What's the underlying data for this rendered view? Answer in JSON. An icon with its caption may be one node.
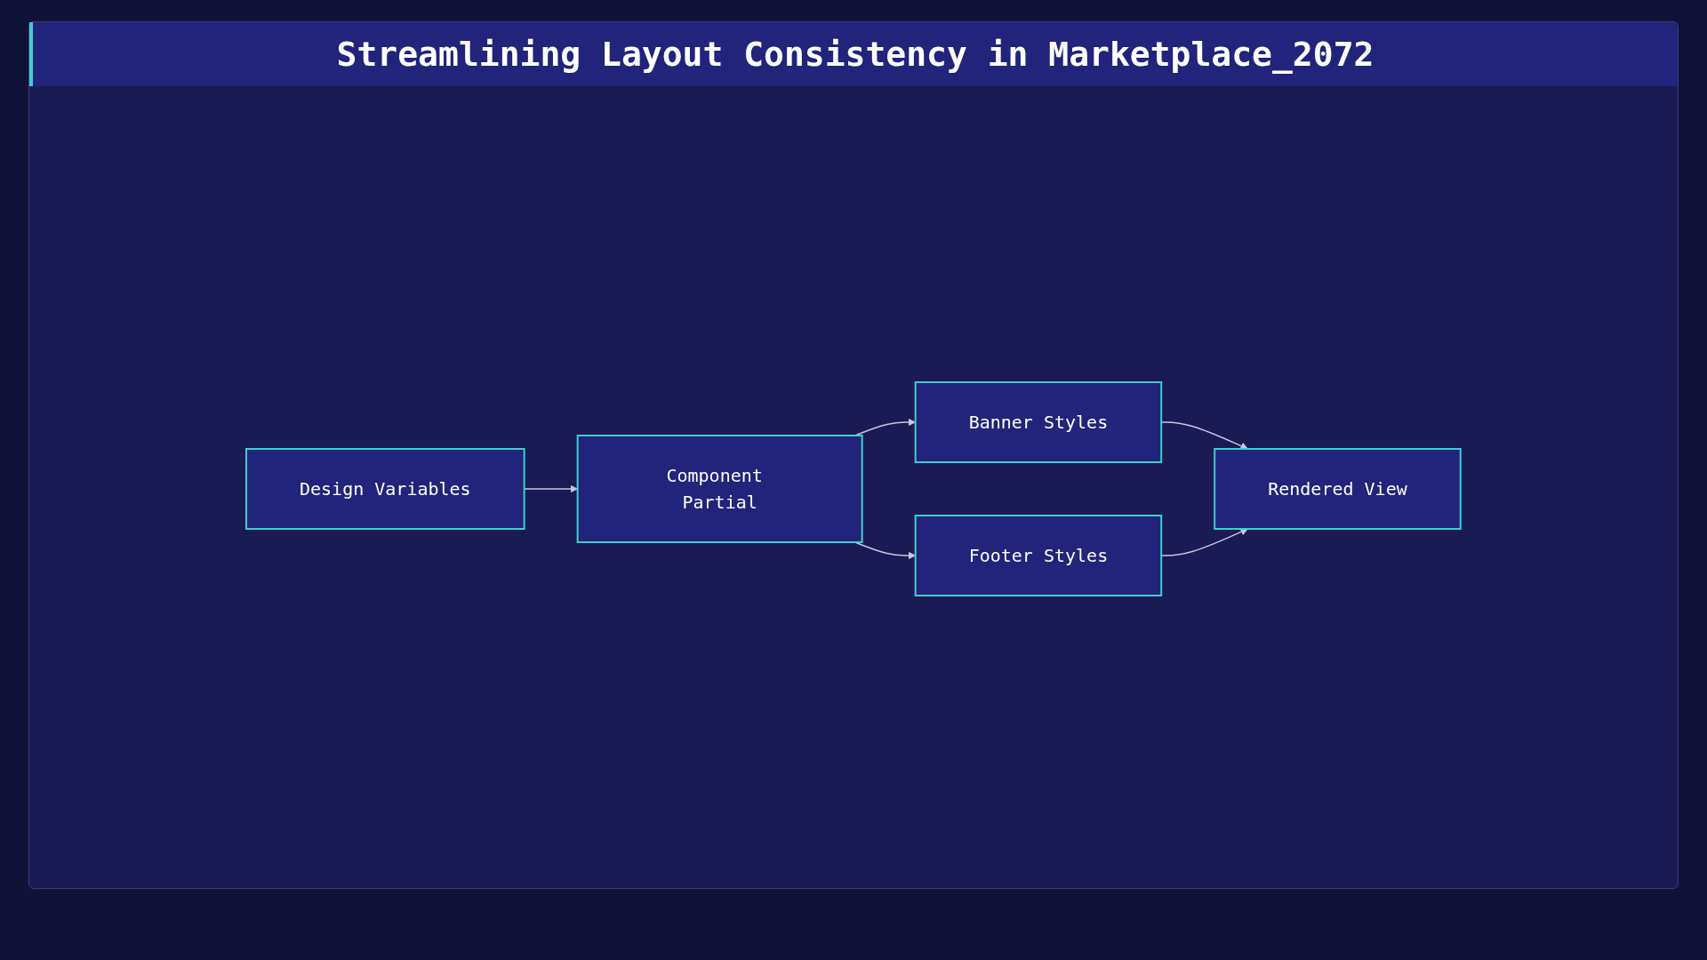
{
  "diagram": {
    "title": "Streamlining Layout Consistency in Marketplace_2072",
    "nodes": [
      {
        "text": [
          "Design Variables"
        ]
      },
      {
        "text": [
          "Component Partial"
        ]
      },
      {
        "text": [
          "Banner Styles"
        ]
      },
      {
        "text": [
          "Footer Styles"
        ]
      },
      {
        "text": [
          "Rendered View"
        ]
      }
    ],
    "edges": [
      {
        "from": 0,
        "to": 1,
        "arrow": "to"
      },
      {
        "from": 1,
        "to": 2,
        "arrow": "to"
      },
      {
        "from": 1,
        "to": 3,
        "arrow": "to"
      },
      {
        "from": 2,
        "to": 4,
        "arrow": "to"
      },
      {
        "from": 3,
        "to": 4,
        "arrow": "to"
      }
    ]
  }
}
